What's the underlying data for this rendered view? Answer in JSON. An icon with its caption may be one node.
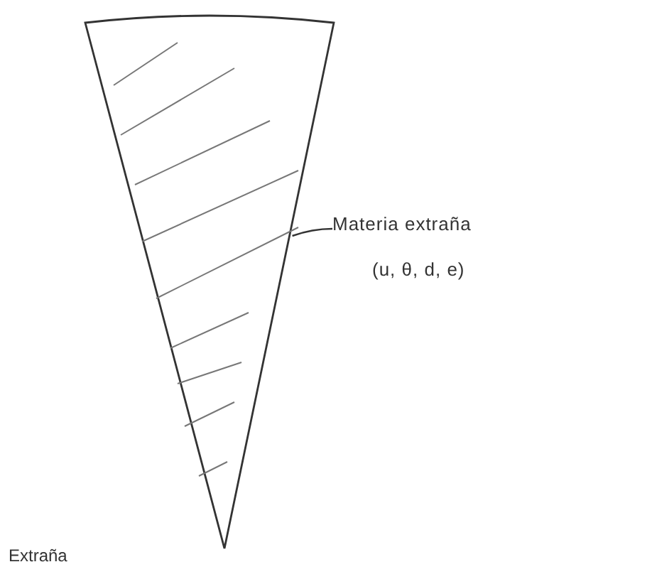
{
  "diagram": {
    "nodes": [
      {
        "text": [
          "Materia extraña",
          "(u, θ, d, e)"
        ]
      },
      {
        "text": [],
        "shape": "cone"
      }
    ],
    "edges": [
      {
        "from": 0,
        "to": 1,
        "arrow": "none"
      }
    ],
    "labels": [
      "Extraña"
    ]
  }
}
